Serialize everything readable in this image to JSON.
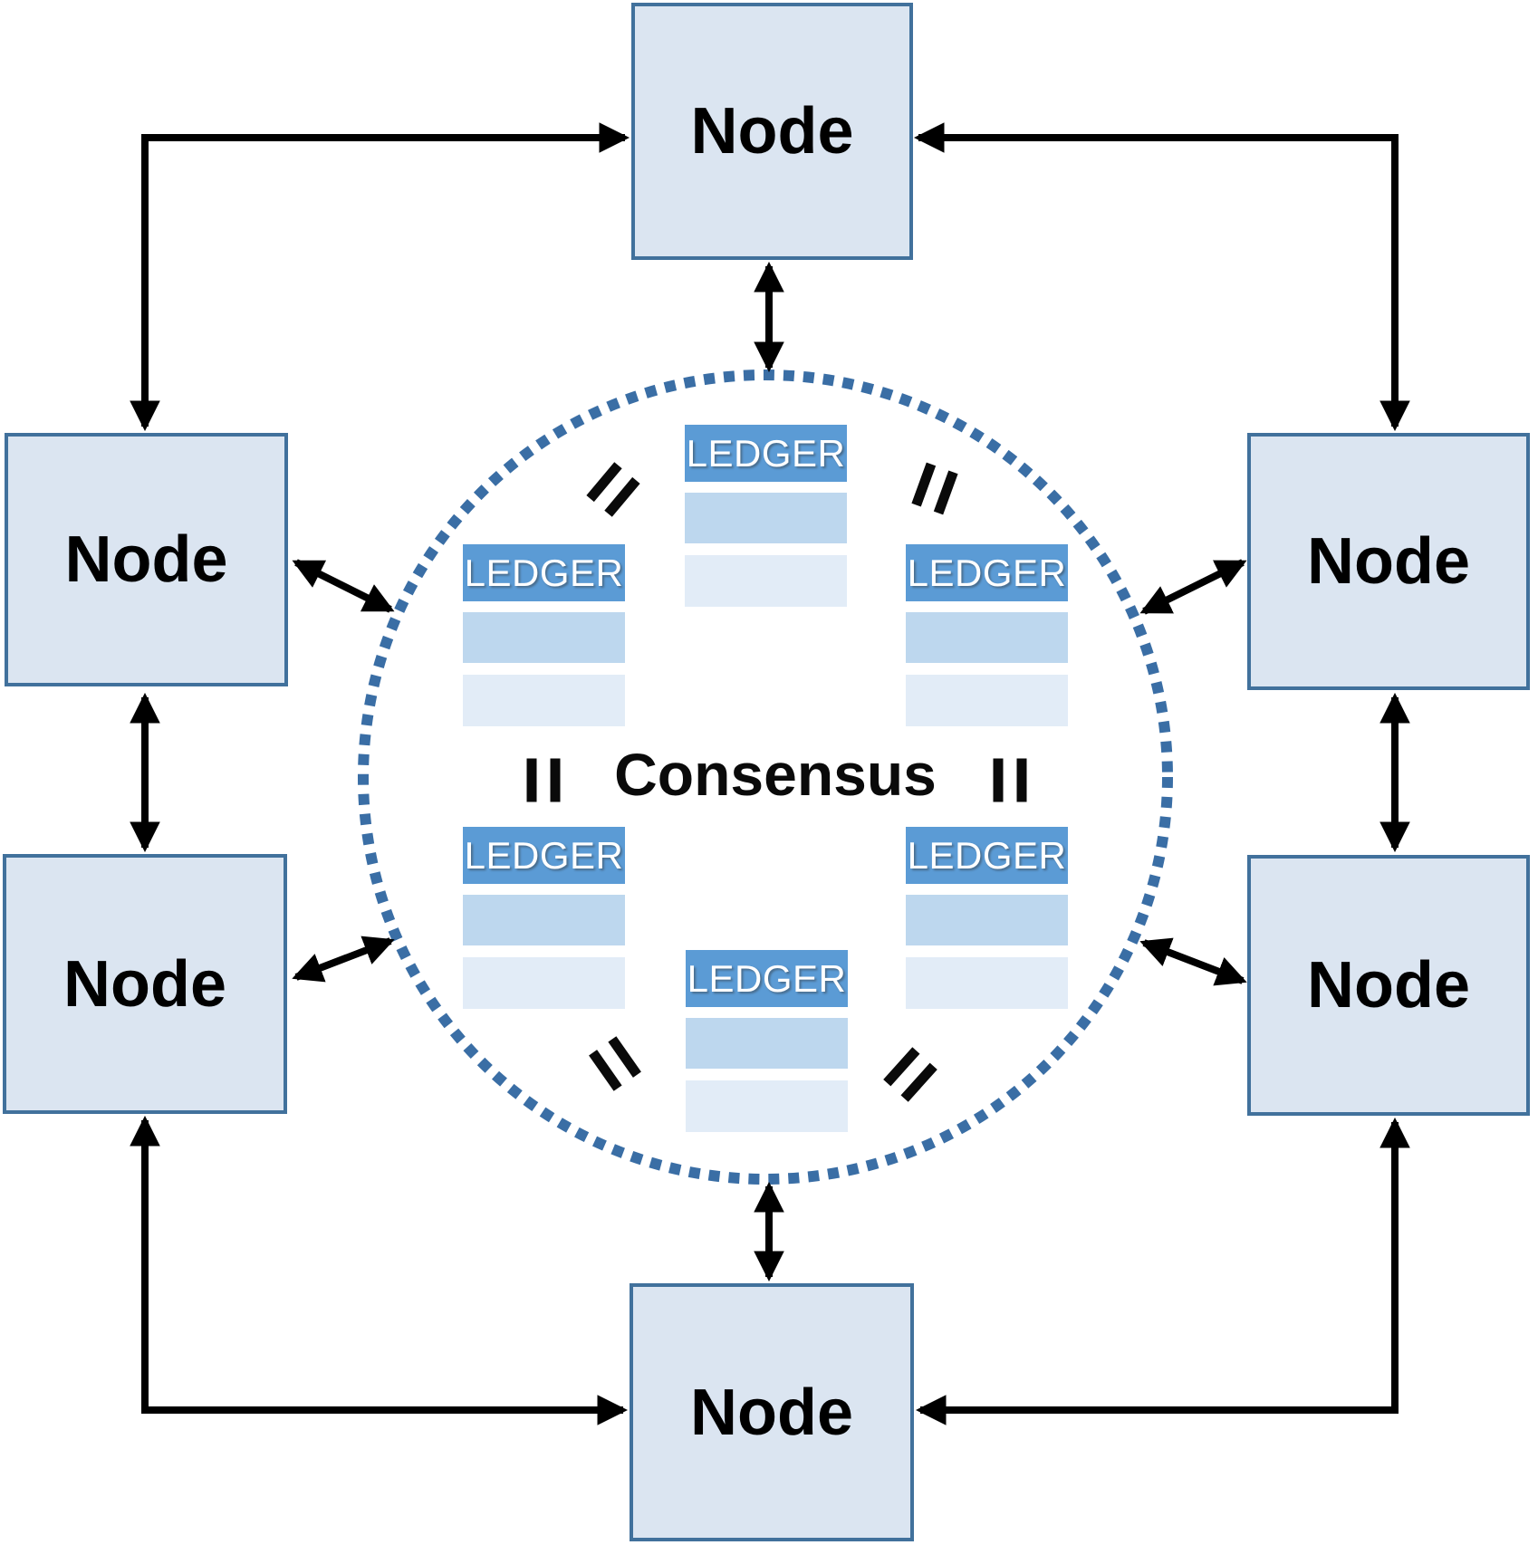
{
  "diagram": {
    "consensus_label": "Consensus",
    "nodes": [
      {
        "id": "node-top",
        "label": "Node"
      },
      {
        "id": "node-left-upper",
        "label": "Node"
      },
      {
        "id": "node-left-lower",
        "label": "Node"
      },
      {
        "id": "node-right-upper",
        "label": "Node"
      },
      {
        "id": "node-right-lower",
        "label": "Node"
      },
      {
        "id": "node-bottom",
        "label": "Node"
      }
    ],
    "ledgers": [
      {
        "id": "ledger-top-center",
        "label": "LEDGER"
      },
      {
        "id": "ledger-upper-left",
        "label": "LEDGER"
      },
      {
        "id": "ledger-upper-right",
        "label": "LEDGER"
      },
      {
        "id": "ledger-lower-left",
        "label": "LEDGER"
      },
      {
        "id": "ledger-lower-right",
        "label": "LEDGER"
      },
      {
        "id": "ledger-bottom-center",
        "label": "LEDGER"
      }
    ],
    "equals_marks": [
      "upper-left",
      "upper-right",
      "middle-left",
      "middle-right",
      "lower-left",
      "lower-right"
    ],
    "colors": {
      "node_fill": "#dbe5f1",
      "node_border": "#41719c",
      "ledger_header": "#5b9bd5",
      "ledger_row2": "#bdd7ee",
      "ledger_row3": "#e2ecf7",
      "circle_dots": "#3a6ea5",
      "arrow": "#000000"
    }
  }
}
